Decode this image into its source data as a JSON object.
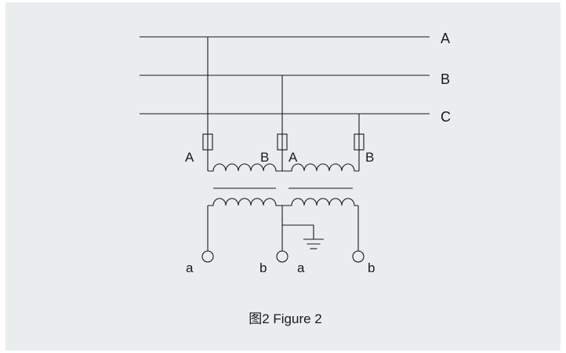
{
  "colors": {
    "panel_background": "#e9edee",
    "line": "#1a1a1a",
    "text": "#1a1a1a"
  },
  "diagram": {
    "bus_labels": [
      "A",
      "B",
      "C"
    ],
    "transformers": [
      {
        "primary_left": "A",
        "primary_right": "B",
        "secondary_left": "a",
        "secondary_right": "b"
      },
      {
        "primary_left": "A",
        "primary_right": "B",
        "secondary_left": "a",
        "secondary_right": "b"
      }
    ],
    "caption": "图2 Figure 2"
  },
  "icons": {
    "fuse": "fuse-symbol-rectangle-on-line",
    "ground": "earth-ground-symbol",
    "terminal": "open-circle-terminal",
    "winding": "inductor-coil-symbol"
  }
}
